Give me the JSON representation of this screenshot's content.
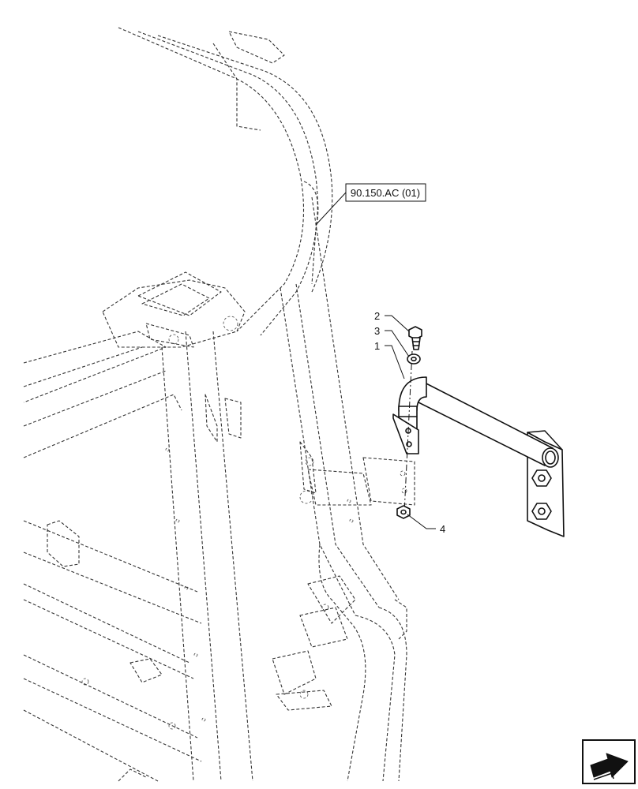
{
  "reference_label": "90.150.AC (01)",
  "callouts": [
    {
      "id": "callout-2",
      "label": "2"
    },
    {
      "id": "callout-3",
      "label": "3"
    },
    {
      "id": "callout-1",
      "label": "1"
    },
    {
      "id": "callout-4",
      "label": "4"
    }
  ],
  "icons": {
    "corner": "exit-arrow-icon"
  },
  "colors": {
    "line": "#111111",
    "background": "#ffffff"
  }
}
